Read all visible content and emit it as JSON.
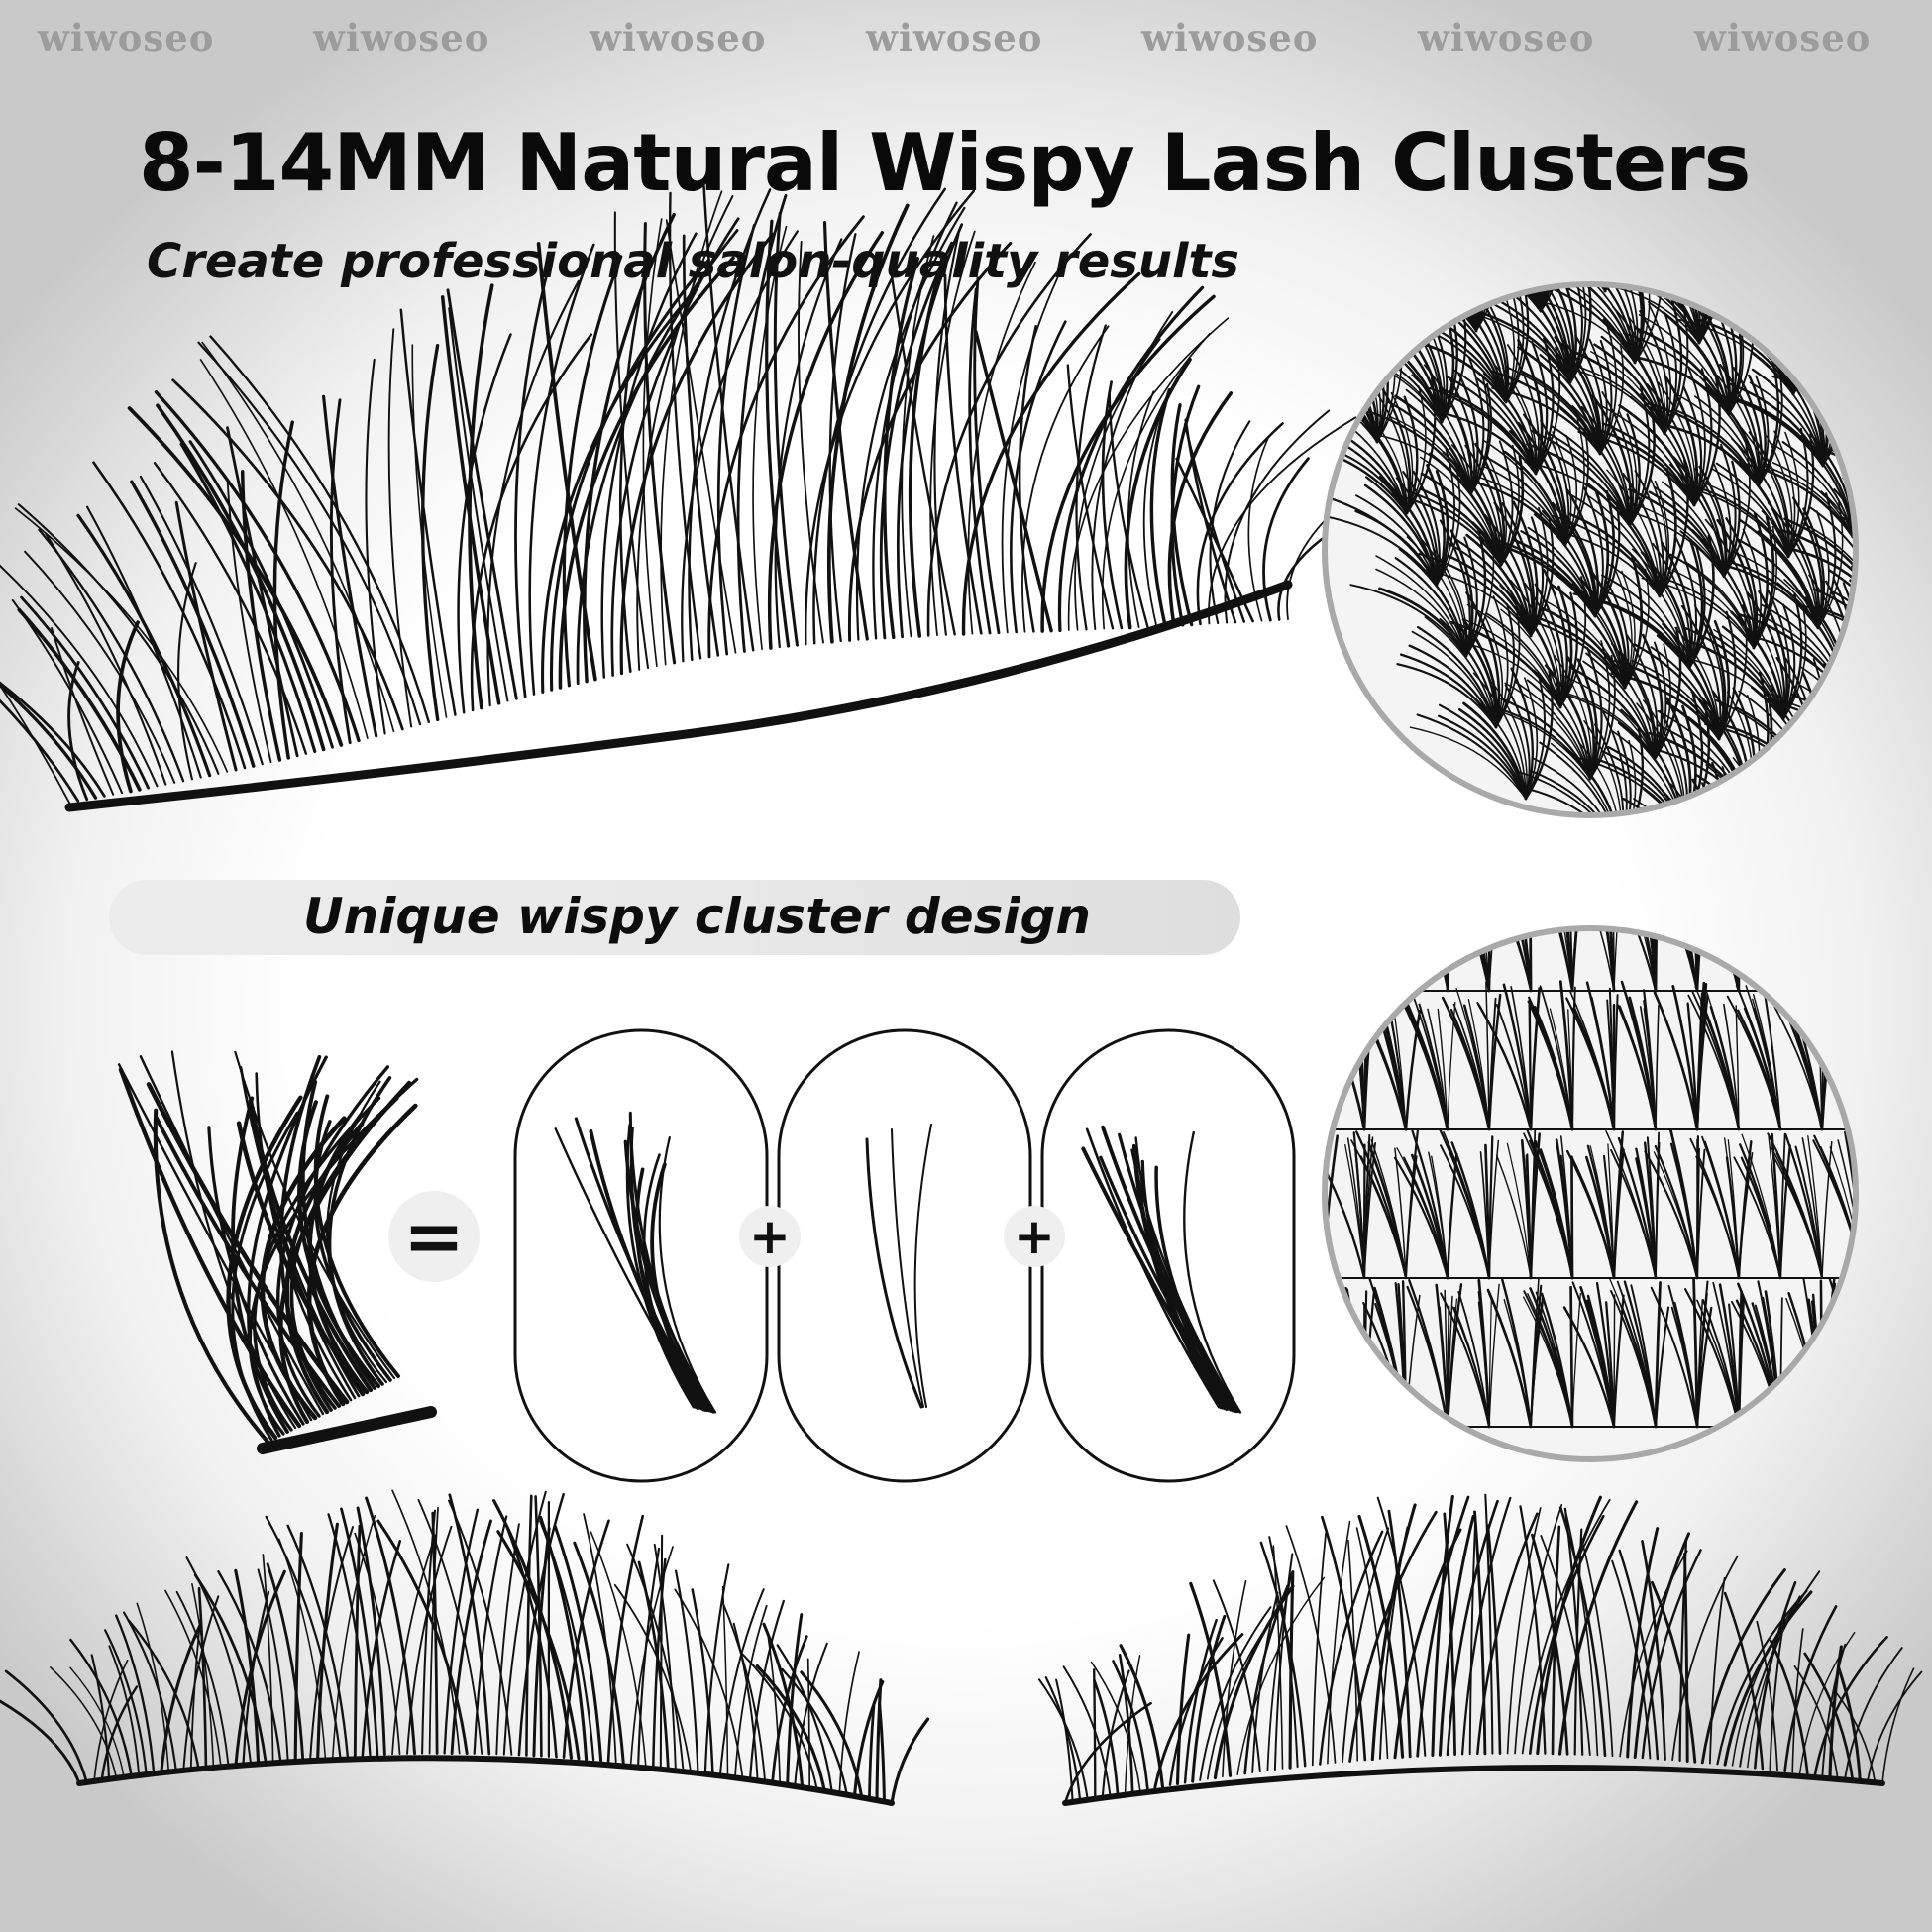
{
  "watermark": {
    "text": "wiwoseo",
    "items": [
      "wiwoseo",
      "wiwoseo",
      "wiwoseo",
      "wiwoseo",
      "wiwoseo",
      "wiwoseo",
      "wiwoseo"
    ]
  },
  "header": {
    "title": "8-14MM Natural Wispy Lash Clusters",
    "subtitle": "Create professional salon-quality results"
  },
  "feature_pill": {
    "label": "Unique wispy cluster design"
  },
  "equation": {
    "equals": "=",
    "plus": "+"
  },
  "colors": {
    "lash": "#111111",
    "text": "#0a0a0a",
    "watermark": "#9c9c9c",
    "pill": "#e6e6e6",
    "circle_border": "#a9a9a9"
  },
  "images": {
    "main_lash": "wispy-lash-strip",
    "tray_top": "lash-tray-closeup-diagonal",
    "tray_bottom": "lash-tray-closeup-rows",
    "cluster": "combined-lash-cluster",
    "segments": [
      "wispy-segment-left",
      "fine-spike-segment",
      "wispy-segment-right"
    ],
    "bottom_left": "lash-strip-left",
    "bottom_right": "lash-strip-right"
  }
}
